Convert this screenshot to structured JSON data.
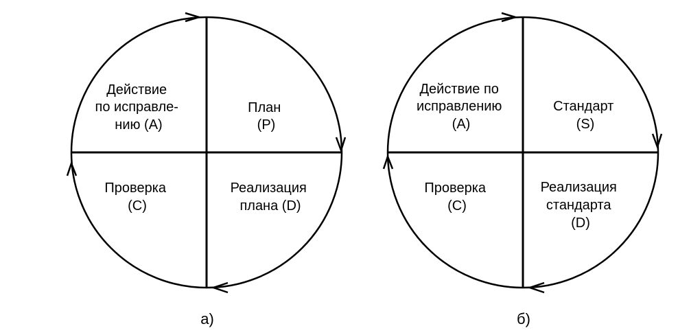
{
  "diagrams": [
    {
      "caption": "а)",
      "quadrants": [
        {
          "position": "top-left",
          "lines": [
            "Действие",
            "по исправле-",
            "нию (A)"
          ]
        },
        {
          "position": "top-right",
          "lines": [
            "План",
            "(P)"
          ]
        },
        {
          "position": "bottom-left",
          "lines": [
            "Проверка",
            "(C)"
          ]
        },
        {
          "position": "bottom-right",
          "lines": [
            "Реализация",
            "плана (D)"
          ]
        }
      ]
    },
    {
      "caption": "б)",
      "quadrants": [
        {
          "position": "top-left",
          "lines": [
            "Действие по",
            "исправлению",
            "(A)"
          ]
        },
        {
          "position": "top-right",
          "lines": [
            "Стандарт",
            "(S)"
          ]
        },
        {
          "position": "bottom-left",
          "lines": [
            "Проверка",
            "(C)"
          ]
        },
        {
          "position": "bottom-right",
          "lines": [
            "Реализация",
            "стандарта",
            "(D)"
          ]
        }
      ]
    }
  ],
  "colors": {
    "stroke": "#000000",
    "background": "#ffffff"
  }
}
